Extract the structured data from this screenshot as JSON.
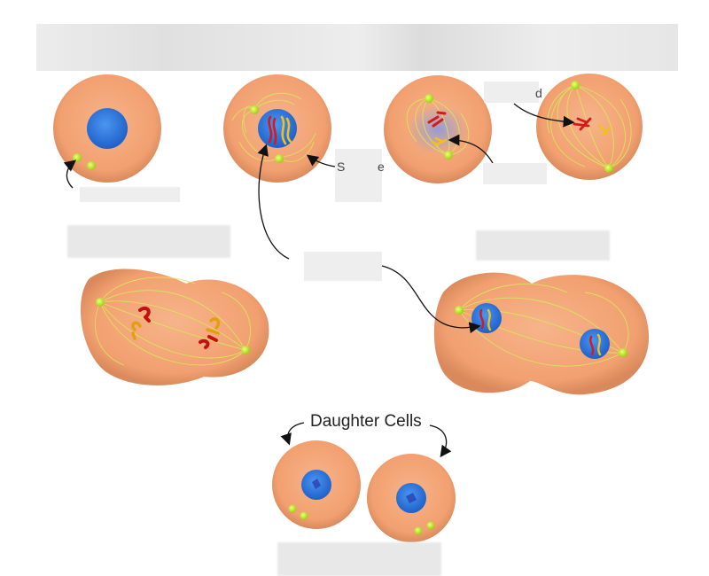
{
  "title": "",
  "daughter_cells_label": "Daughter Cells",
  "label_fragment_top_right": "d",
  "label_fragment_mid": "S",
  "label_fragment_mid_end": "e",
  "colors": {
    "cytoplasm": "#f4a679",
    "cytoplasm_edge": "#e08b5c",
    "nucleus": "#2f7de1",
    "nucleus_light": "#5fa0f0",
    "centrosome": "#c8f020",
    "spindle": "#d8e85a",
    "chromosome_red": "#d41a1a",
    "chromosome_yellow": "#f0c020",
    "label_mask": "#eeeeee"
  },
  "stages": [
    {
      "name": "",
      "cell": "interphase"
    },
    {
      "name": "",
      "cell": "prophase"
    },
    {
      "name": "",
      "cell": "prometaphase"
    },
    {
      "name": "",
      "cell": "metaphase"
    },
    {
      "name": "",
      "cell": "anaphase"
    },
    {
      "name": "",
      "cell": "telophase"
    },
    {
      "name": "",
      "cell": "daughter-cells"
    }
  ]
}
